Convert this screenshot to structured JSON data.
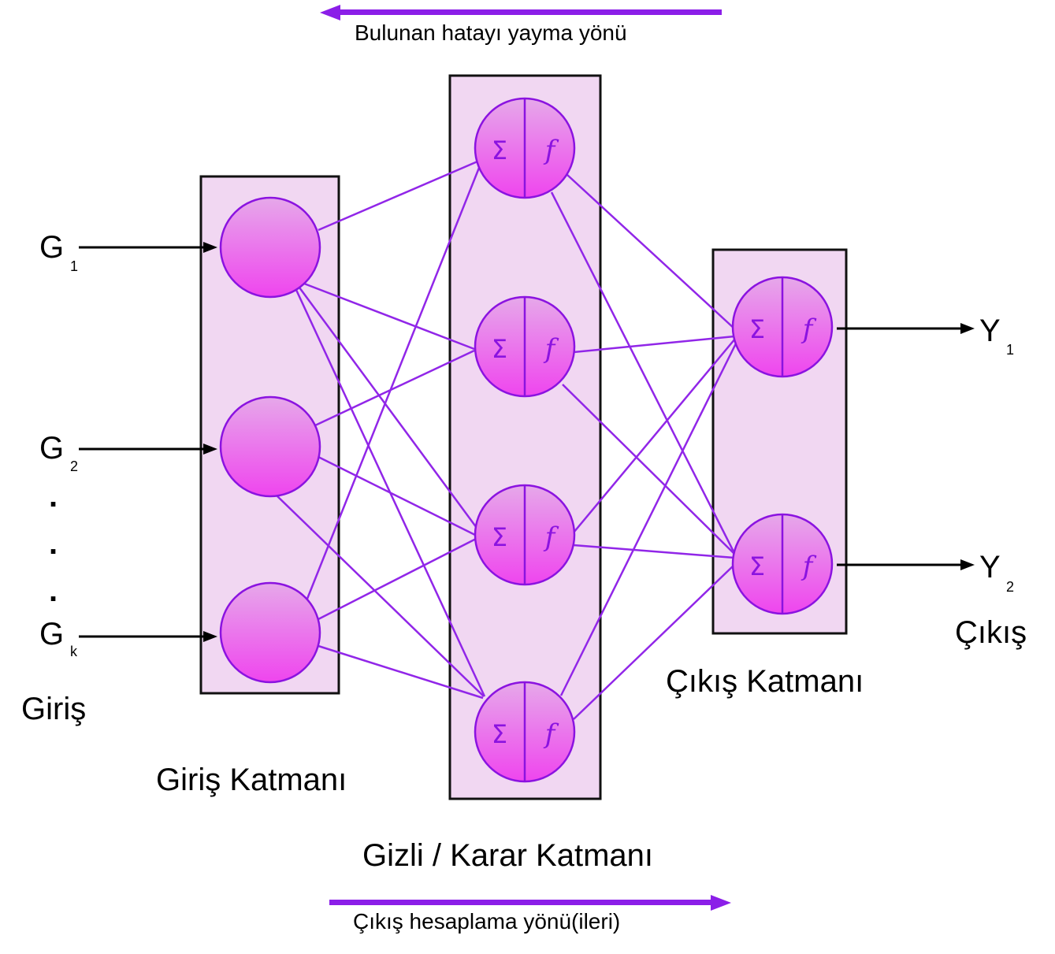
{
  "colors": {
    "layer_fill": "#f1d7f2",
    "layer_border": "#111111",
    "neuron_top": "#e6a8ea",
    "neuron_bottom": "#ef45ee",
    "neuron_stroke": "#8b13e0",
    "connection": "#9126e8",
    "direction_arrow": "#8b1ee8",
    "io_arrow": "#000000"
  },
  "top_note": "Bulunan hatayı yayma yönü",
  "bottom_note": "Çıkış hesaplama yönü(ileri)",
  "neuron_symbols": {
    "sum": "Σ",
    "func": "f"
  },
  "inputs": [
    {
      "letter": "G",
      "sub": "1"
    },
    {
      "letter": "G",
      "sub": "2"
    },
    {
      "letter": "G",
      "sub": "k"
    }
  ],
  "ellipsis": ".",
  "outputs": [
    {
      "letter": "Y",
      "sub": "1"
    },
    {
      "letter": "Y",
      "sub": "2"
    }
  ],
  "input_label": "Giriş",
  "output_label": "Çıkış",
  "layers": {
    "input": "Giriş Katmanı",
    "hidden": "Gizli / Karar Katmanı",
    "output": "Çıkış Katmanı"
  }
}
